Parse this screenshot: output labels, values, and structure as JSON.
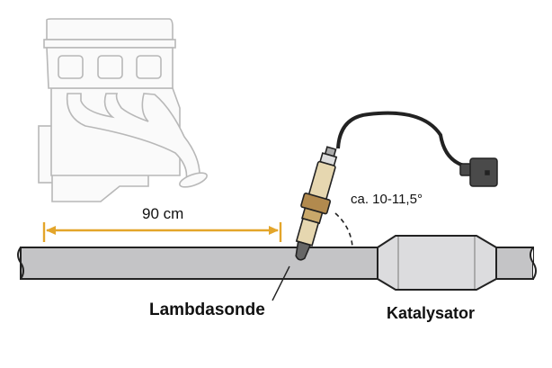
{
  "labels": {
    "distance": "90 cm",
    "angle": "ca. 10-11,5°",
    "sensor": "Lambdasonde",
    "catalyst": "Katalysator"
  },
  "colors": {
    "dimension": "#e3a52a",
    "engine_outline": "#b8b8b8",
    "pipe": "#c4c4c6",
    "sensor_body": "#e6d7b0",
    "sensor_nut": "#b28a4e",
    "cable": "#222222",
    "connector": "#4a4a4a"
  }
}
